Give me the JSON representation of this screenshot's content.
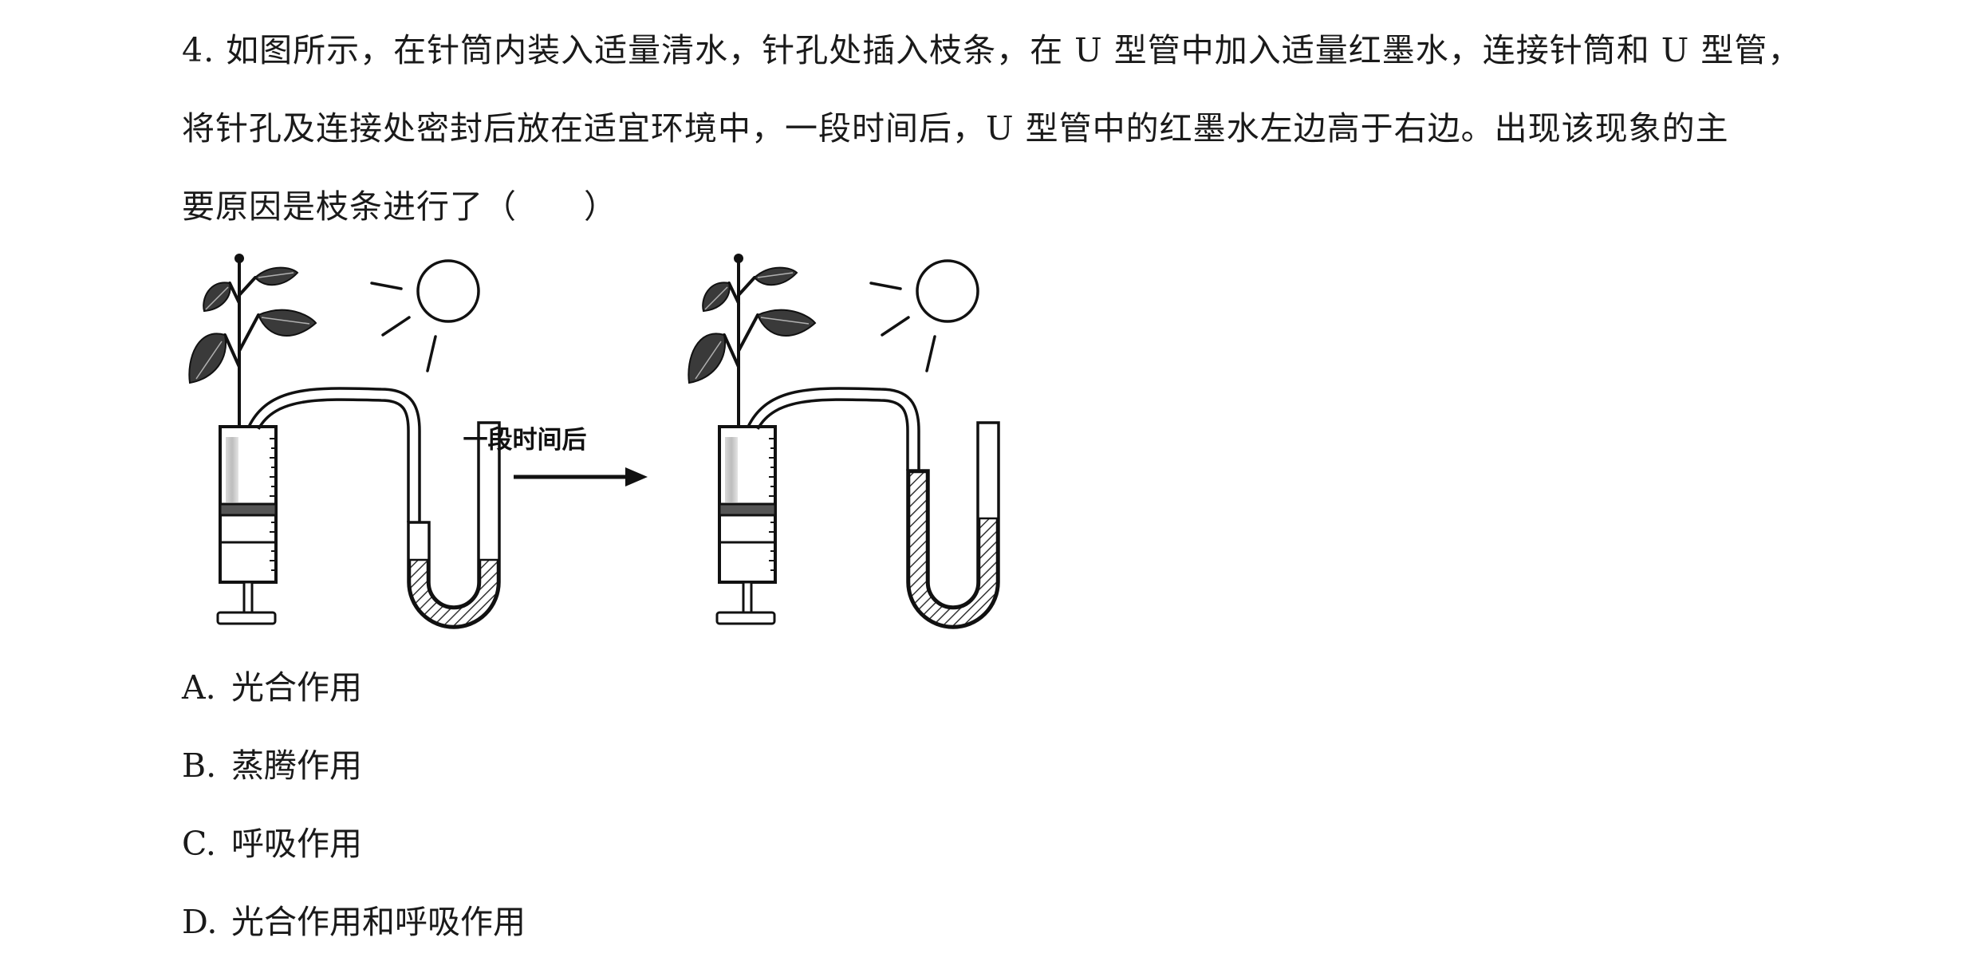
{
  "question": {
    "lines": [
      "4. 如图所示，在针筒内装入适量清水，针孔处插入枝条，在 U 型管中加入适量红墨水，连接针筒和 U 型管，",
      "将针孔及连接处密封后放在适宜环境中，一段时间后，U 型管中的红墨水左边高于右边。出现该现象的主",
      "要原因是枝条进行了（　　）"
    ]
  },
  "figure": {
    "arrow_label": "一段时间后",
    "panels": [
      {
        "state": "before",
        "left_fluid_level": "equal",
        "right_fluid_level": "equal"
      },
      {
        "state": "after",
        "left_fluid_level": "higher",
        "right_fluid_level": "lower"
      }
    ]
  },
  "options": [
    {
      "letter": "A.",
      "text": "光合作用"
    },
    {
      "letter": "B.",
      "text": "蒸腾作用"
    },
    {
      "letter": "C.",
      "text": "呼吸作用"
    },
    {
      "letter": "D.",
      "text": "光合作用和呼吸作用"
    }
  ]
}
